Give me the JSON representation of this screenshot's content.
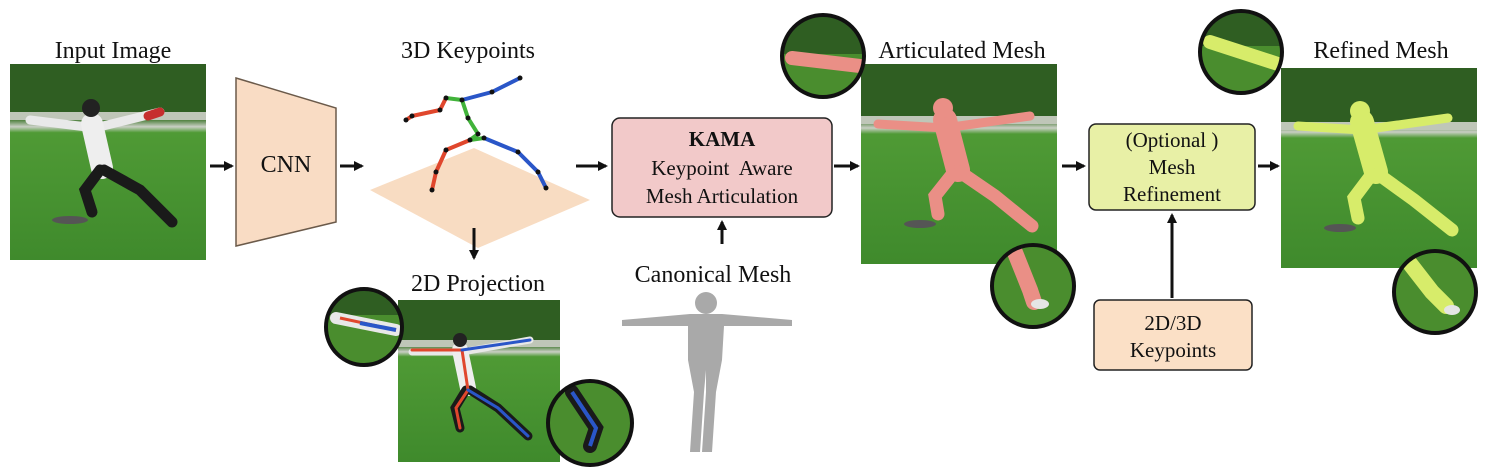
{
  "labels": {
    "input_image": "Input Image",
    "cnn": "CNN",
    "keypoints_3d": "3D Keypoints",
    "projection_2d": "2D Projection",
    "canonical_mesh": "Canonical Mesh",
    "articulated_mesh": "Articulated Mesh",
    "refined_mesh": "Refined Mesh"
  },
  "kama_box": {
    "title": "KAMA",
    "line1": "Keypoint  Aware",
    "line2": "Mesh Articulation",
    "fill": "#f2c9c9"
  },
  "refinement_box": {
    "line1": "(Optional )",
    "line2": "Mesh",
    "line3": "Refinement",
    "fill": "#e8f0a6"
  },
  "keypoints_box": {
    "line1": "2D/3D",
    "line2": "Keypoints",
    "fill": "#fbe0c6"
  },
  "colors": {
    "cnn_fill": "#f9dcc4",
    "grass": "#3f8a2c",
    "hedge": "#2f5e22",
    "mesh_articulated": "#ea8f86",
    "mesh_refined": "#d7ec6a",
    "canonical_mesh": "#a9a9a9",
    "skeleton_left": "#e0472d",
    "skeleton_right": "#2a56c8",
    "skeleton_center": "#41b33a",
    "ground_plane": "#f8dcc2"
  }
}
